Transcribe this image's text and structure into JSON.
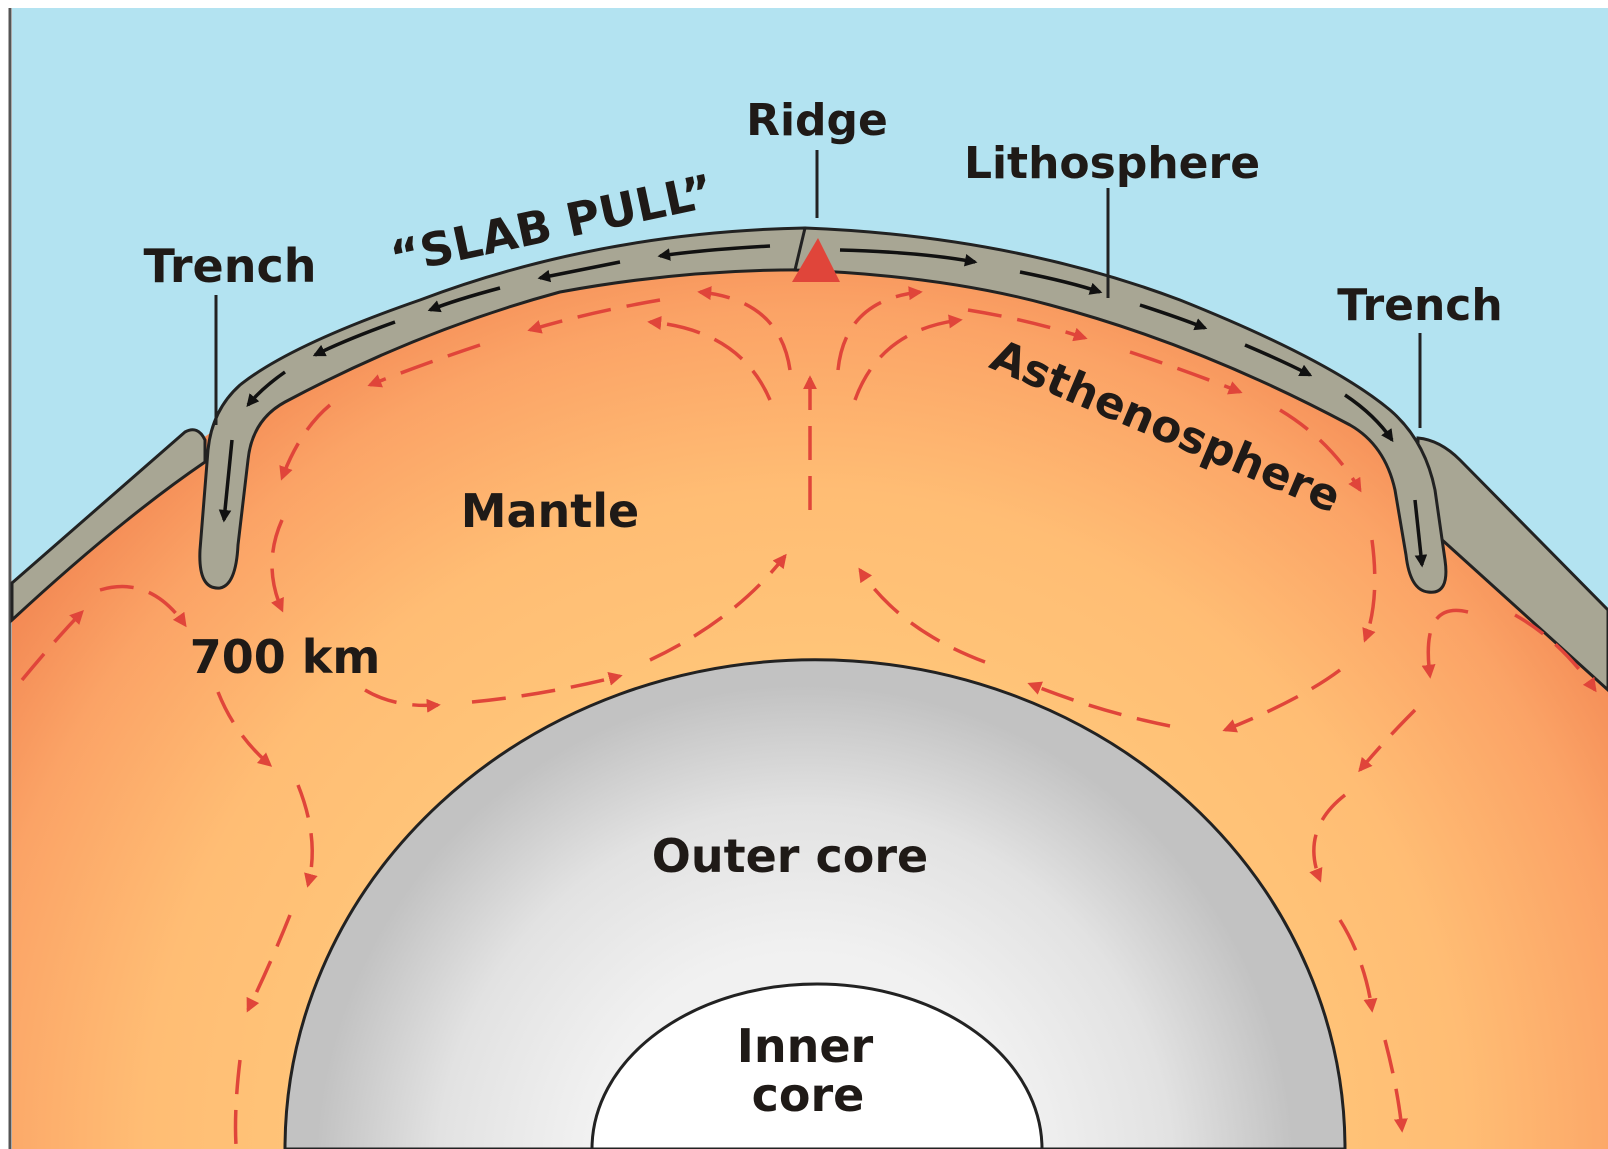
{
  "labels": {
    "ridge": "Ridge",
    "lithosphere": "Lithosphere",
    "slab_pull": "“SLAB PULL”",
    "trench_left": "Trench",
    "trench_right": "Trench",
    "asthenosphere": "Asthenosphere",
    "mantle": "Mantle",
    "depth": "700 km",
    "outer_core": "Outer core",
    "inner_core_line1": "Inner",
    "inner_core_line2": "core"
  },
  "colors": {
    "sky": "#b3e3f1",
    "mantle_light": "#ffc77a",
    "mantle_dark": "#f58a55",
    "lithosphere": "#a8a694",
    "outer_core_edge": "#c4c4c4",
    "outer_core_center": "#eeeeee",
    "inner_core": "#ffffff",
    "flow_arrows": "#e0453a",
    "plate_arrows": "#111111",
    "text": "#1f1a17"
  }
}
